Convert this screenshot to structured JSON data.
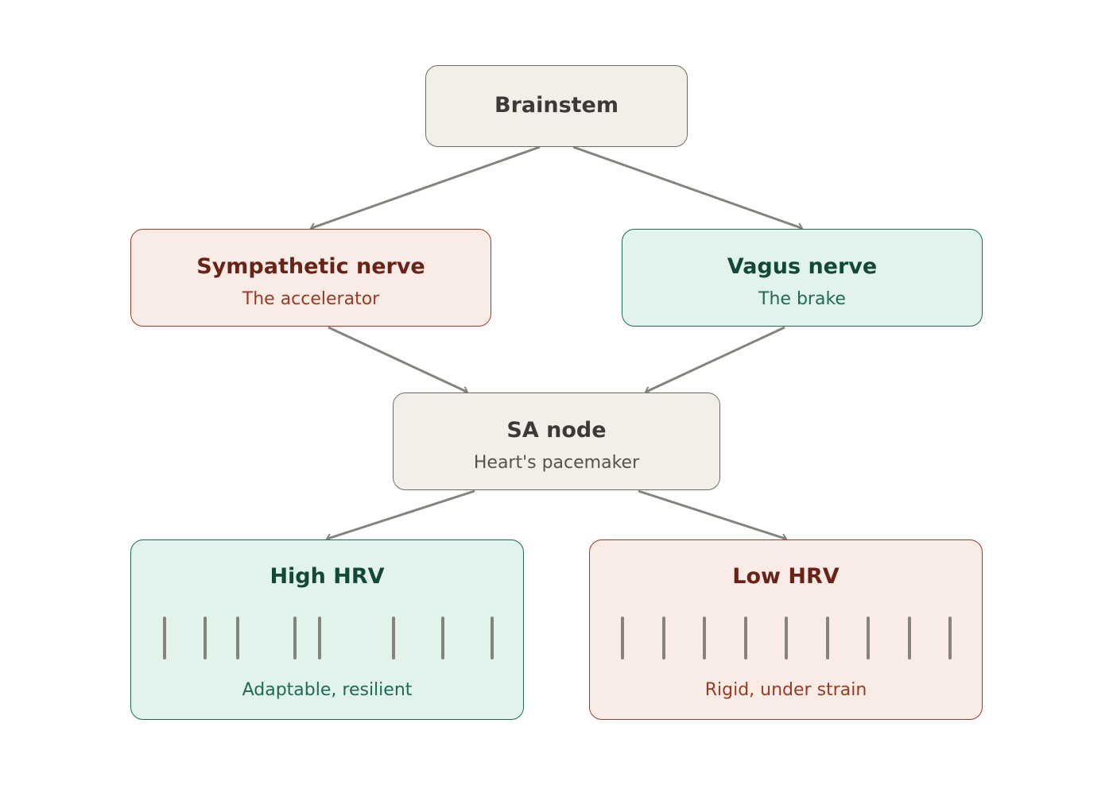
{
  "nodes": {
    "brainstem": {
      "title": "Brainstem"
    },
    "sympathetic": {
      "title": "Sympathetic nerve",
      "subtitle": "The accelerator"
    },
    "vagus": {
      "title": "Vagus nerve",
      "subtitle": "The brake"
    },
    "sa_node": {
      "title": "SA node",
      "subtitle": "Heart's pacemaker"
    },
    "high_hrv": {
      "title": "High HRV",
      "subtitle": "Adaptable, resilient"
    },
    "low_hrv": {
      "title": "Low HRV",
      "subtitle": "Rigid, under strain"
    }
  },
  "edges": [
    {
      "from": "brainstem",
      "to": "sympathetic"
    },
    {
      "from": "brainstem",
      "to": "vagus"
    },
    {
      "from": "sympathetic",
      "to": "sa_node"
    },
    {
      "from": "vagus",
      "to": "sa_node"
    },
    {
      "from": "sa_node",
      "to": "high_hrv"
    },
    {
      "from": "sa_node",
      "to": "low_hrv"
    }
  ],
  "colors": {
    "neutral_fill": "#f2efe9",
    "warm_fill": "#f9ece7",
    "cool_fill": "#e2f3ec",
    "arrow": "#86827c"
  }
}
